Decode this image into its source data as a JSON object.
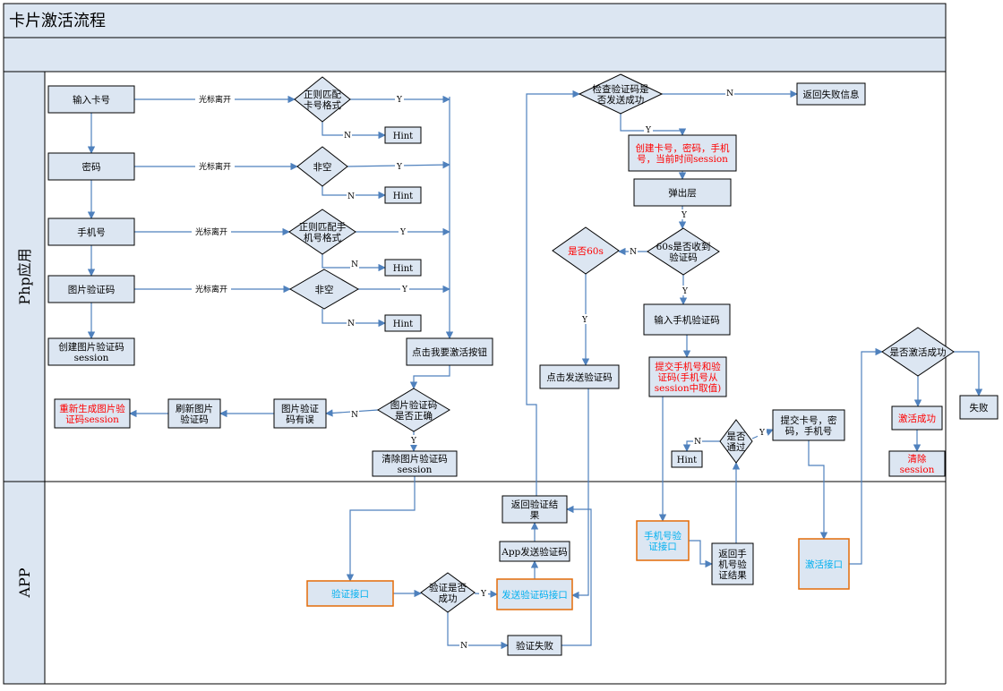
{
  "title": "卡片激活流程",
  "lanes": {
    "php": "Php应用",
    "app": "APP"
  },
  "edge_labels": {
    "leave": "光标离开",
    "yes": "Y",
    "no": "N"
  },
  "nodes": {
    "input_card": "输入卡号",
    "card_regex": [
      "正则匹配",
      "卡号格式"
    ],
    "hint_card": "Hint",
    "password": "密码",
    "pwd_nonempty": "非空",
    "hint_pwd": "Hint",
    "phone": "手机号",
    "phone_regex": [
      "正则匹配手",
      "机号格式"
    ],
    "hint_phone": "Hint",
    "captcha": "图片验证码",
    "captcha_nonempty": "非空",
    "hint_captcha": "Hint",
    "create_captcha": [
      "创建图片验证码",
      "session"
    ],
    "click_activate": "点击我要激活按钮",
    "captcha_correct": [
      "图片验证码",
      "是否正确"
    ],
    "captcha_wrong": [
      "图片验证",
      "码有误"
    ],
    "refresh_captcha": [
      "刷新图片",
      "验证码"
    ],
    "regen_captcha": [
      "重新生成图片验",
      "证码session"
    ],
    "clear_captcha": [
      "清除图片验证码",
      "session"
    ],
    "check_sent": [
      "检查验证码是",
      "否发送成功"
    ],
    "return_fail": "返回失败信息",
    "create_session": [
      "创建卡号，密码，手机",
      "号，当前时间session"
    ],
    "popup": "弹出层",
    "received_60s": [
      "60s是否收到",
      "验证码"
    ],
    "is_60s": "是否60s",
    "input_sms": "输入手机验证码",
    "click_send": "点击发送验证码",
    "submit_phone": [
      "提交手机号和验",
      "证码(手机号从",
      "session中取值)"
    ],
    "passed": [
      "是否",
      "通过"
    ],
    "hint_pass": "Hint",
    "submit_card": [
      "提交卡号，密",
      "码，手机号"
    ],
    "activate_ok": "是否激活成功",
    "fail": "失败",
    "activate_success": "激活成功",
    "clear": [
      "清除",
      "session"
    ],
    "verify_api": "验证接口",
    "verify_ok": [
      "验证是否",
      "成功"
    ],
    "send_api": "发送验证码接口",
    "app_send": "App发送验证码",
    "return_result": [
      "返回验证结",
      "果"
    ],
    "verify_fail": "验证失败",
    "phone_api": [
      "手机号验",
      "证接口"
    ],
    "return_phone": [
      "返回手",
      "机号验",
      "证结果"
    ],
    "activate_api": "激活接口"
  },
  "colors": {
    "box_fill": "#dce6f2",
    "box_stroke": "#000000",
    "arrow": "#4f81bd",
    "red_text": "#ff0000",
    "blue_text": "#00b0f0",
    "api_stroke": "#e36c09",
    "header_fill": "#dce6f2"
  }
}
